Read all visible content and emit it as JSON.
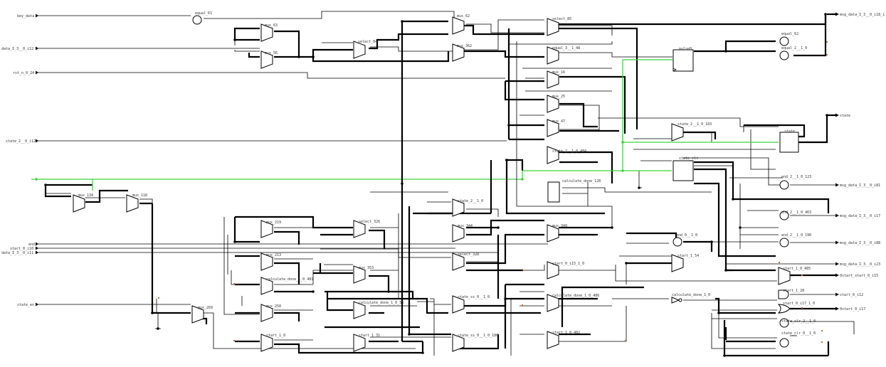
{
  "inputs": [
    {
      "id": "key_data",
      "label": "key_data"
    },
    {
      "id": "data_i_3_0_i12",
      "label": "data_I_3__0_i12"
    },
    {
      "id": "rst_n_0_24",
      "label": "rst_n_0_24"
    },
    {
      "id": "state_2_0_i12",
      "label": "state_2__0_i12"
    },
    {
      "id": "clk",
      "label": ""
    },
    {
      "id": "end",
      "label": "end"
    },
    {
      "id": "start_0_i10",
      "label": "start_0_i10"
    },
    {
      "id": "data_i_3_0_i11",
      "label": "data_I_3__0_i11"
    },
    {
      "id": "state_en",
      "label": "state_en"
    }
  ],
  "outputs": [
    {
      "id": "msg_data_top",
      "label": "msg_data_I_3__0_i18_i"
    },
    {
      "id": "state_out",
      "label": "state"
    },
    {
      "id": "msg_data_1",
      "label": "msg_data_I_3__0_i81"
    },
    {
      "id": "msg_data_2",
      "label": "msg_data_I_3__0_i17"
    },
    {
      "id": "msg_data_3",
      "label": "msg_data_I_3__0_i88"
    },
    {
      "id": "msg_data_4",
      "label": "msg_data_I_3__0_i23"
    },
    {
      "id": "start_0_i15",
      "label": "0start_start_0_i15"
    },
    {
      "id": "start_0_i12",
      "label": "start_0_i12"
    },
    {
      "id": "start_0_i17",
      "label": "0start_0_i17"
    }
  ],
  "cells": [
    {
      "id": "equal_61",
      "label": "equal_61"
    },
    {
      "id": "mux_62",
      "label": "mux_62"
    },
    {
      "id": "mux_63",
      "label": "mux_63"
    },
    {
      "id": "mux_56",
      "label": "mux_56"
    },
    {
      "id": "select_84",
      "label": "select_84"
    },
    {
      "id": "select_85",
      "label": "select_85"
    },
    {
      "id": "mux_362",
      "label": "mux_362"
    },
    {
      "id": "equal_3_1_48",
      "label": "equal_3__1_48"
    },
    {
      "id": "mux_16",
      "label": "mux_16"
    },
    {
      "id": "mux_25",
      "label": "mux_25"
    },
    {
      "id": "mux_47",
      "label": "mux_47"
    },
    {
      "id": "state_2_1_0_484",
      "label": "state_2__1_0_484"
    },
    {
      "id": "calculate_done_128",
      "label": "calculate_done_128"
    },
    {
      "id": "pulse0",
      "label": "pulse0"
    },
    {
      "id": "equal_62",
      "label": "equal_62"
    },
    {
      "id": "equal_2_1_0",
      "label": "equal_2__1_0"
    },
    {
      "id": "state_2_1_0_183",
      "label": "state_2__1_0_183"
    },
    {
      "id": "state_reg",
      "label": "state"
    },
    {
      "id": "state_clr",
      "label": "state_clr"
    },
    {
      "id": "end_2_1_0_123",
      "label": "end_2__1_0_123"
    },
    {
      "id": "mux_134",
      "label": "mux_134"
    },
    {
      "id": "mux_118",
      "label": "mux_118"
    },
    {
      "id": "state_2_1_0",
      "label": "state_2__1_0"
    },
    {
      "id": "mux_219",
      "label": "mux_219"
    },
    {
      "id": "select_326",
      "label": "select_326"
    },
    {
      "id": "mux_344",
      "label": "mux_344"
    },
    {
      "id": "mux_349",
      "label": "mux_349"
    },
    {
      "id": "end_2_1_0_463",
      "label": "end_2__1_0_463"
    },
    {
      "id": "end_2_1_0_190",
      "label": "end_2__1_0_190"
    },
    {
      "id": "mux_213",
      "label": "mux_213"
    },
    {
      "id": "select_328",
      "label": "select_328"
    },
    {
      "id": "end_0_1_0",
      "label": "end_0__1_0"
    },
    {
      "id": "start_1_54",
      "label": "start_1_54"
    },
    {
      "id": "mux_353",
      "label": "mux_353"
    },
    {
      "id": "start_0_i15_1_0",
      "label": "start_0_i15_1_0"
    },
    {
      "id": "start_1_0_485",
      "label": "start_1_0_485"
    },
    {
      "id": "calculate_done_1_0_481",
      "label": "calculate_done_1_0_481"
    },
    {
      "id": "start_1_28",
      "label": "start_1_28"
    },
    {
      "id": "calculate_done_1_0_486",
      "label": "calculate_done_1_0_486"
    },
    {
      "id": "calculate_done_1_0",
      "label": "calculate_done_1_0"
    },
    {
      "id": "start_0_i17_1_0",
      "label": "start_0_i17_1_0"
    },
    {
      "id": "mux_250",
      "label": "mux_250"
    },
    {
      "id": "mux_269",
      "label": "mux_269"
    },
    {
      "id": "calculate_done_1_0_53",
      "label": "calculate_done_1_0_53"
    },
    {
      "id": "state_ss_0_1_0",
      "label": "state_ss_0__1_0"
    },
    {
      "id": "state_clr_2_1_0",
      "label": "state_clr_2__1_0"
    },
    {
      "id": "start_1_0",
      "label": "start_1_0"
    },
    {
      "id": "start_1_31",
      "label": "start_1_31"
    },
    {
      "id": "state_ss_0_1_0_186",
      "label": "state_ss_0__1_0_186"
    },
    {
      "id": "start_1_0_482",
      "label": "start_1_0_482"
    },
    {
      "id": "state_clr_0_1_0",
      "label": "state_clr_0__1_0"
    }
  ],
  "colors": {
    "wire": "#000000",
    "highlight_net": "#3fd23f",
    "pin": "#b8743a",
    "background": "#ffffff"
  }
}
